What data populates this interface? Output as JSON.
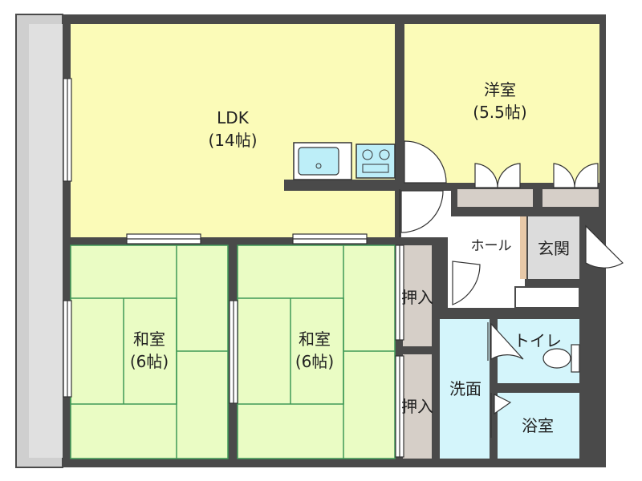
{
  "rooms": {
    "ldk": {
      "name": "LDK",
      "size": "(14帖)"
    },
    "western": {
      "name": "洋室",
      "size": "(5.5帖)"
    },
    "japanese_left": {
      "name": "和室",
      "size": "(6帖)"
    },
    "japanese_right": {
      "name": "和室",
      "size": "(6帖)"
    },
    "hall": {
      "name": "ホール"
    },
    "entrance": {
      "name": "玄関"
    },
    "closet_upper": {
      "name": "押入"
    },
    "closet_lower": {
      "name": "押入"
    },
    "toilet": {
      "name": "トイレ"
    },
    "washroom": {
      "name": "洗面"
    },
    "bathroom": {
      "name": "浴室"
    }
  },
  "colors": {
    "wall": "#4a4a4a",
    "ldk_floor": "#fbfbb8",
    "western_floor": "#fbfbb8",
    "tatami": "#eafcc4",
    "tatami_line": "#3f9a57",
    "wet_area": "#d4f5fb",
    "closet": "#d6cfc8",
    "hall_floor": "#ffffff",
    "entrance_floor": "#dcdcdc",
    "balcony": "#dedede"
  }
}
